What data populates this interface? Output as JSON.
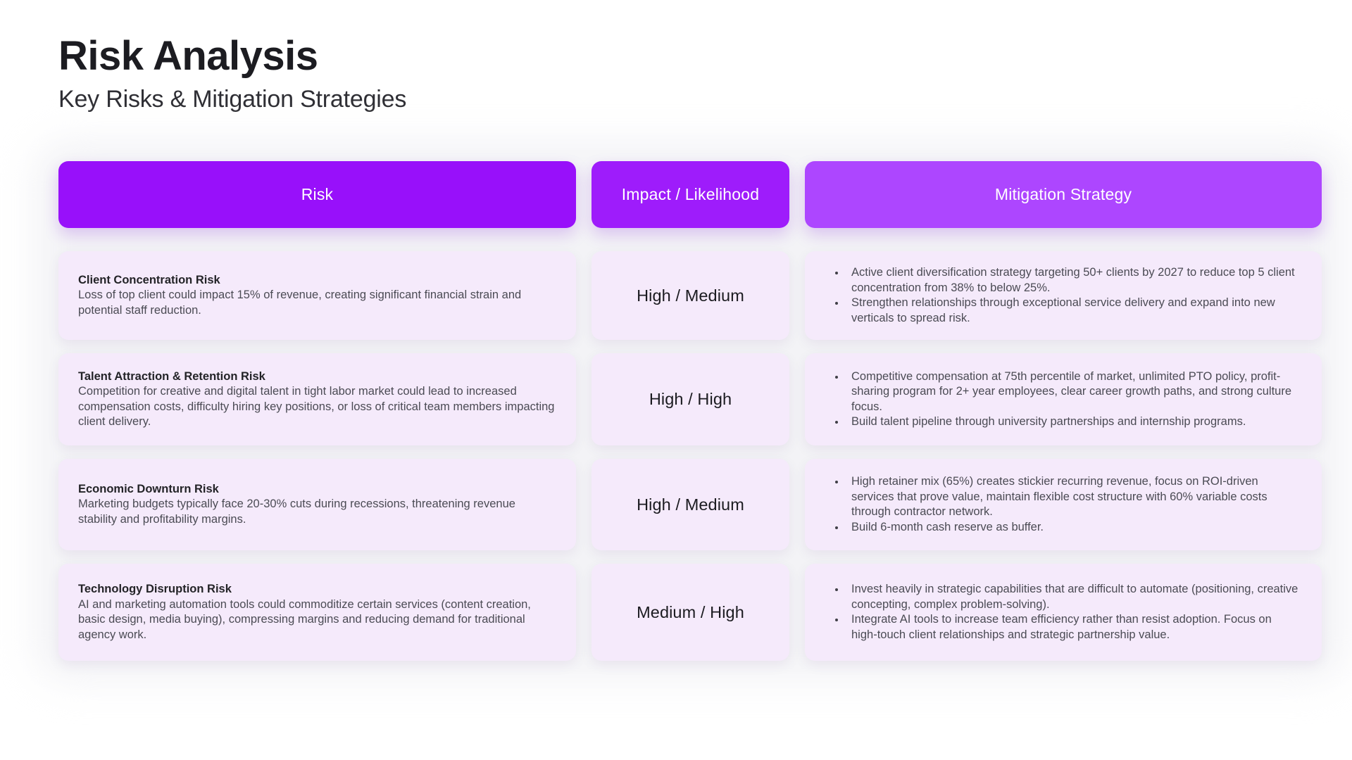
{
  "title": "Risk Analysis",
  "subtitle": "Key Risks & Mitigation Strategies",
  "colors": {
    "header_risk_bg": "#9810FA",
    "header_impact_bg": "#9E1CFB",
    "header_mitigation_bg": "#AD46FF",
    "row_card_bg": "#F5EAFB",
    "header_text": "#FFFFFF",
    "body_text": "#4B4B54",
    "title_text": "#1C1C21"
  },
  "table": {
    "headers": [
      "Risk",
      "Impact / Likelihood",
      "Mitigation Strategy"
    ],
    "rows": [
      {
        "title": "Client Concentration Risk",
        "description": "Loss of top client could impact 15% of revenue, creating significant financial strain and potential staff reduction.",
        "impact": "High / Medium",
        "mitigation": [
          "Active client diversification strategy targeting 50+ clients by 2027 to reduce top 5 client concentration from 38% to below 25%.",
          "Strengthen relationships through exceptional service delivery and expand into new verticals to spread risk."
        ]
      },
      {
        "title": "Talent Attraction & Retention Risk",
        "description": "Competition for creative and digital talent in tight labor market could lead to increased compensation costs, difficulty hiring key positions, or loss of critical team members impacting client delivery.",
        "impact": "High / High",
        "mitigation": [
          "Competitive compensation at 75th percentile of market, unlimited PTO policy, profit-sharing program for 2+ year employees, clear career growth paths, and strong culture focus.",
          "Build talent pipeline through university partnerships and internship programs."
        ]
      },
      {
        "title": "Economic Downturn Risk",
        "description": "Marketing budgets typically face 20-30% cuts during recessions, threatening revenue stability and profitability margins.",
        "impact": "High / Medium",
        "mitigation": [
          "High retainer mix (65%) creates stickier recurring revenue, focus on ROI-driven services that prove value, maintain flexible cost structure with 60% variable costs through contractor network.",
          "Build 6-month cash reserve as buffer."
        ]
      },
      {
        "title": "Technology Disruption Risk",
        "description": "AI and marketing automation tools could commoditize certain services (content creation, basic design, media buying), compressing margins and reducing demand for traditional agency work.",
        "impact": "Medium / High",
        "mitigation": [
          "Invest heavily in strategic capabilities that are difficult to automate (positioning, creative concepting, complex problem-solving).",
          "Integrate AI tools to increase team efficiency rather than resist adoption. Focus on high-touch client relationships and strategic partnership value."
        ]
      }
    ]
  }
}
